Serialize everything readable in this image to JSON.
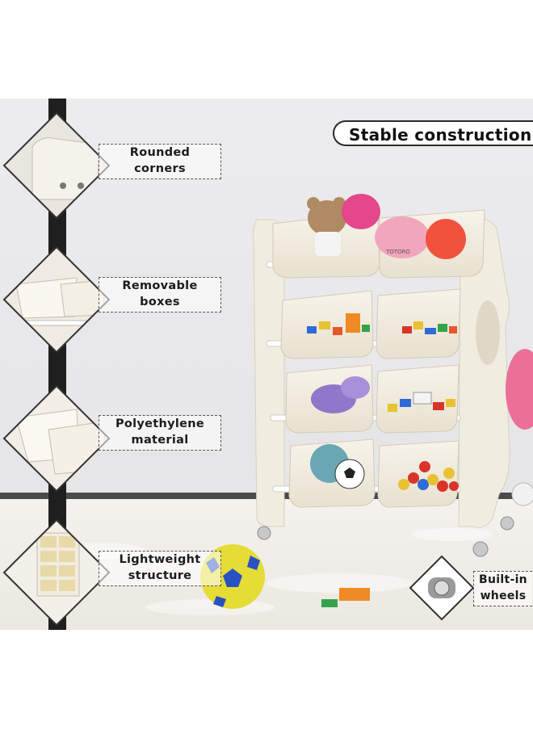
{
  "header_pill": "Stable construction",
  "features": [
    {
      "line1": "Rounded",
      "line2": "corners",
      "icon": "rounded-corner-icon"
    },
    {
      "line1": "Removable",
      "line2": "boxes",
      "icon": "removable-box-icon"
    },
    {
      "line1": "Polyethylene",
      "line2": "material",
      "icon": "material-icon"
    },
    {
      "line1": "Lightweight",
      "line2": "structure",
      "icon": "shelf-structure-icon"
    }
  ],
  "wheels": {
    "line1": "Built-in",
    "line2": "wheels",
    "icon": "wheel-icon"
  },
  "toy_label": "TOTORO",
  "colors": {
    "accent_pole": "#1f1f1f",
    "wall": "#e9e9eb",
    "rug": "#f3f1ec",
    "shelf": "#f1ece0"
  }
}
